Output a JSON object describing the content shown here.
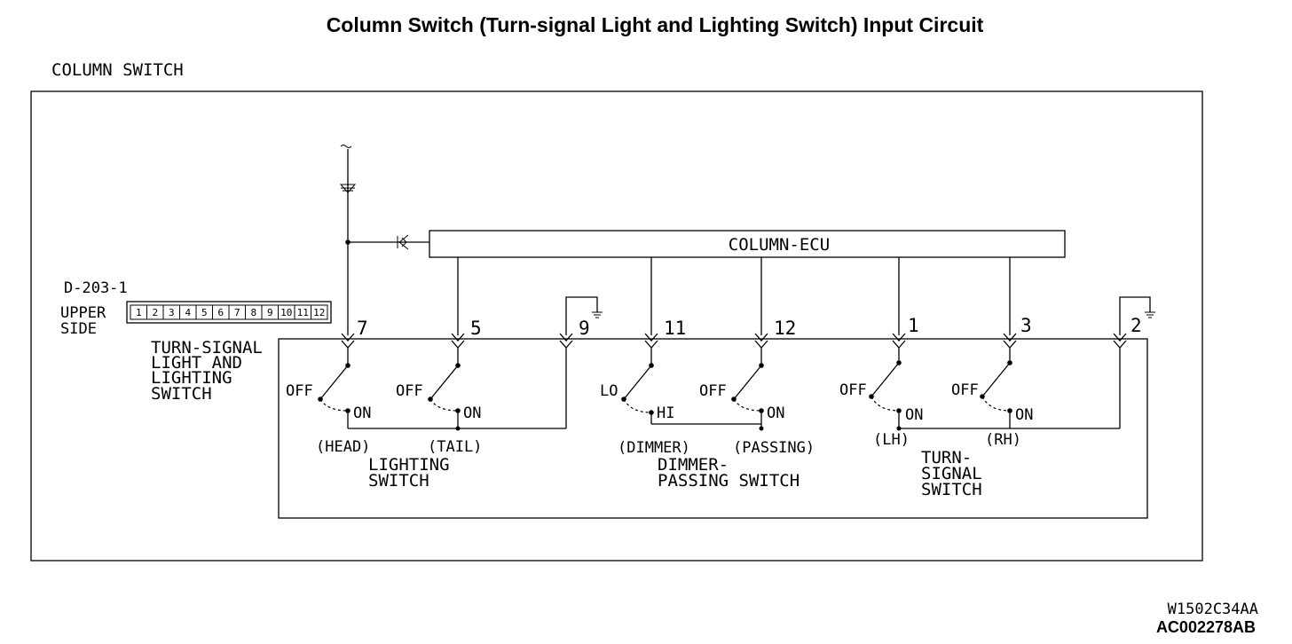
{
  "title": "Column Switch (Turn-signal Light and Lighting Switch) Input Circuit",
  "column_switch_label": "COLUMN SWITCH",
  "ecu_label": "COLUMN-ECU",
  "connector": {
    "id": "D-203-1",
    "side_line1": "UPPER",
    "side_line2": "SIDE",
    "cells": [
      "1",
      "2",
      "3",
      "4",
      "5",
      "6",
      "7",
      "8",
      "9",
      "10",
      "11",
      "12"
    ]
  },
  "switch_block": {
    "line1": "TURN-SIGNAL",
    "line2": "LIGHT AND",
    "line3": "LIGHTING",
    "line4": "SWITCH"
  },
  "pins": {
    "p7": "7",
    "p5": "5",
    "p9": "9",
    "p11": "11",
    "p12": "12",
    "p1": "1",
    "p3": "3",
    "p2": "2"
  },
  "switches": {
    "head": {
      "off": "OFF",
      "on": "ON",
      "name": "(HEAD)"
    },
    "tail": {
      "off": "OFF",
      "on": "ON",
      "name": "(TAIL)"
    },
    "dimmer": {
      "lo": "LO",
      "hi": "HI",
      "name": "(DIMMER)"
    },
    "passing": {
      "off": "OFF",
      "on": "ON",
      "name": "(PASSING)"
    },
    "lh": {
      "off": "OFF",
      "on": "ON",
      "name": "(LH)"
    },
    "rh": {
      "off": "OFF",
      "on": "ON",
      "name": "(RH)"
    }
  },
  "groups": {
    "lighting_line1": "LIGHTING",
    "lighting_line2": "SWITCH",
    "dimmer_line1": "DIMMER-",
    "dimmer_line2": "PASSING SWITCH",
    "turn_line1": "TURN-",
    "turn_line2": "SIGNAL",
    "turn_line3": "SWITCH"
  },
  "codes": {
    "code1": "W1502C34AA",
    "code2": "AC002278AB"
  }
}
